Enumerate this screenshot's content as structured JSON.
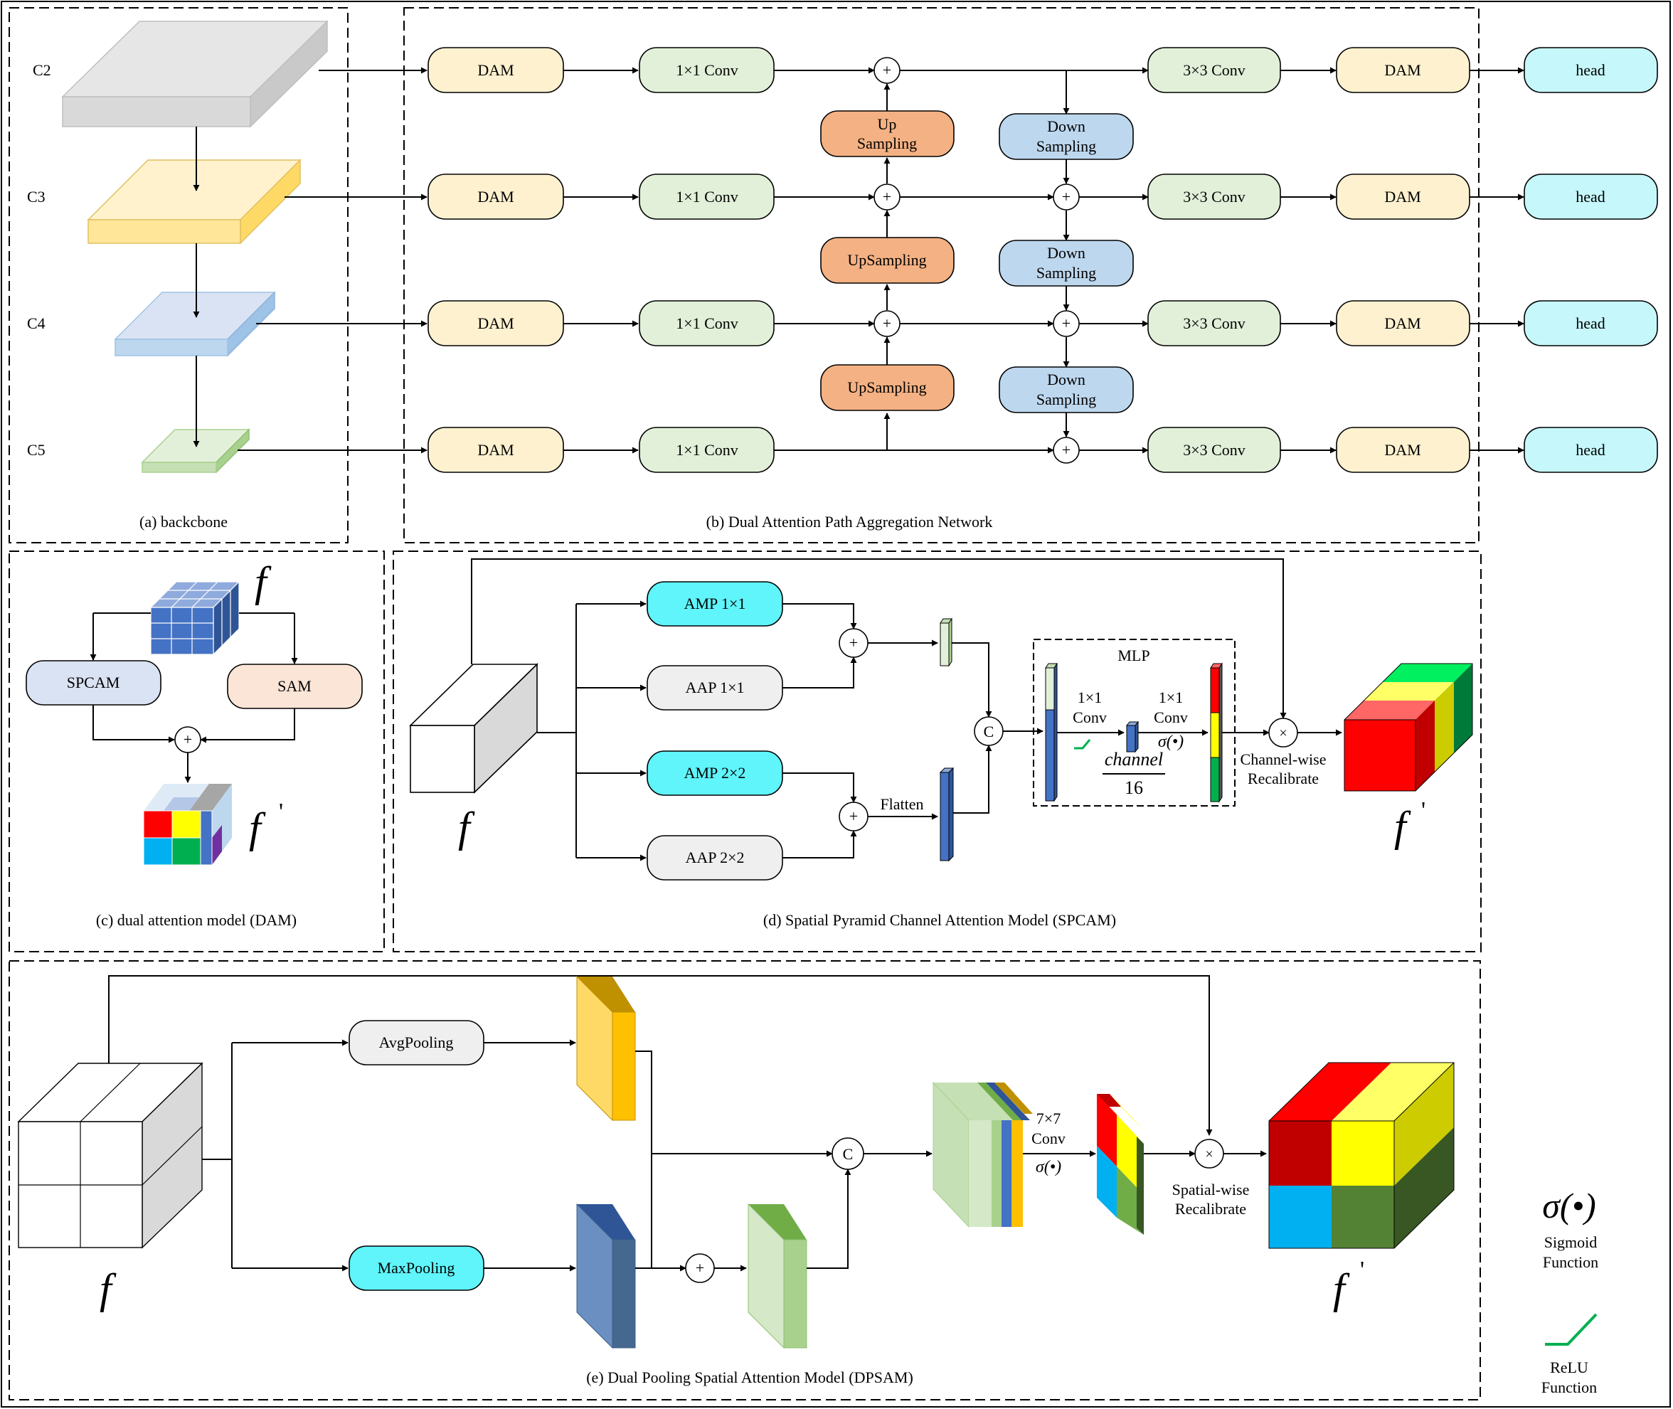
{
  "panels": {
    "a": {
      "caption": "(a) backcbone",
      "levels": [
        "C2",
        "C3",
        "C4",
        "C5"
      ]
    },
    "b": {
      "caption": "(b) Dual Attention Path Aggregation Network",
      "dam": "DAM",
      "conv1": "1×1 Conv",
      "conv3": "3×3 Conv",
      "head": "head",
      "plus": "+",
      "up_first": [
        "Up",
        "Sampling"
      ],
      "up_other": "UpSampling",
      "down": [
        "Down",
        "Sampling"
      ]
    },
    "c": {
      "caption": "(c) dual attention model (DAM)",
      "spcam": "SPCAM",
      "sam": "SAM",
      "plus": "+",
      "f": "f",
      "fp": "f",
      "prime": "'"
    },
    "d": {
      "caption": "(d) Spatial Pyramid Channel Attention Model (SPCAM)",
      "amp1": "AMP 1×1",
      "aap1": "AAP 1×1",
      "amp2": "AMP 2×2",
      "aap2": "AAP 2×2",
      "plus": "+",
      "concat": "C",
      "times": "×",
      "flatten": "Flatten",
      "mlp": "MLP",
      "conv_a": [
        "1×1",
        "Conv"
      ],
      "conv_b": [
        "1×1",
        "Conv"
      ],
      "sigma": "σ(•)",
      "channel": "channel",
      "sixteen": "16",
      "recal": [
        "Channel-wise",
        "Recalibrate"
      ],
      "f": "f",
      "fp": "f",
      "prime": "'"
    },
    "e": {
      "caption": "(e) Dual Pooling Spatial Attention Model (DPSAM)",
      "avg": "AvgPooling",
      "max": "MaxPooling",
      "plus": "+",
      "concat": "C",
      "times": "×",
      "conv": [
        "7×7",
        "Conv"
      ],
      "sigma": "σ(•)",
      "recal": [
        "Spatial-wise",
        "Recalibrate"
      ],
      "f": "f",
      "fp": "f",
      "prime": "'"
    }
  },
  "legend": {
    "sigma_symbol": "σ(•)",
    "sigmoid": [
      "Sigmoid",
      "Function"
    ],
    "relu": [
      "ReLU",
      "Function"
    ]
  },
  "colors": {
    "dam": "#fdf1cf",
    "conv1": "#e2f0d9",
    "conv3": "#e2f0d9",
    "head": "#c6f7fa",
    "up": "#f4b183",
    "down": "#bdd7ee",
    "spcam": "#dae3f3",
    "sam": "#fbe5d6",
    "amp": "#5ff5fa",
    "aap": "#efefef",
    "relu": "#00b050"
  }
}
